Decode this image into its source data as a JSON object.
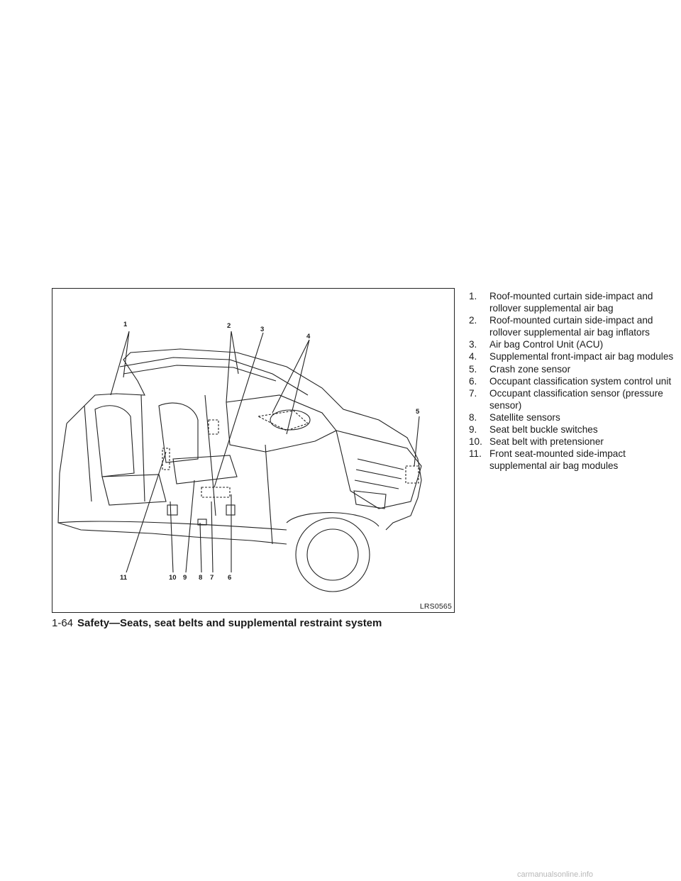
{
  "figure": {
    "code": "LRS0565",
    "callouts": [
      "1",
      "2",
      "3",
      "4",
      "5",
      "6",
      "7",
      "8",
      "9",
      "10",
      "11"
    ]
  },
  "legend": [
    {
      "num": "1.",
      "text": "Roof-mounted curtain side-impact and rollover supplemental air bag"
    },
    {
      "num": "2.",
      "text": "Roof-mounted curtain side-impact and rollover supplemental air bag inflators"
    },
    {
      "num": "3.",
      "text": "Air bag Control Unit (ACU)"
    },
    {
      "num": "4.",
      "text": "Supplemental front-impact air bag modules"
    },
    {
      "num": "5.",
      "text": "Crash zone sensor"
    },
    {
      "num": "6.",
      "text": "Occupant classification system control unit"
    },
    {
      "num": "7.",
      "text": "Occupant classification sensor (pressure sensor)"
    },
    {
      "num": "8.",
      "text": "Satellite sensors"
    },
    {
      "num": "9.",
      "text": "Seat belt buckle switches"
    },
    {
      "num": "10.",
      "text": "Seat belt with pretensioner"
    },
    {
      "num": "11.",
      "text": "Front seat-mounted side-impact supplemental air bag modules"
    }
  ],
  "footer": {
    "page": "1-64",
    "section": "Safety—Seats, seat belts and supplemental restraint system"
  },
  "watermark": "carmanualsonline.info"
}
